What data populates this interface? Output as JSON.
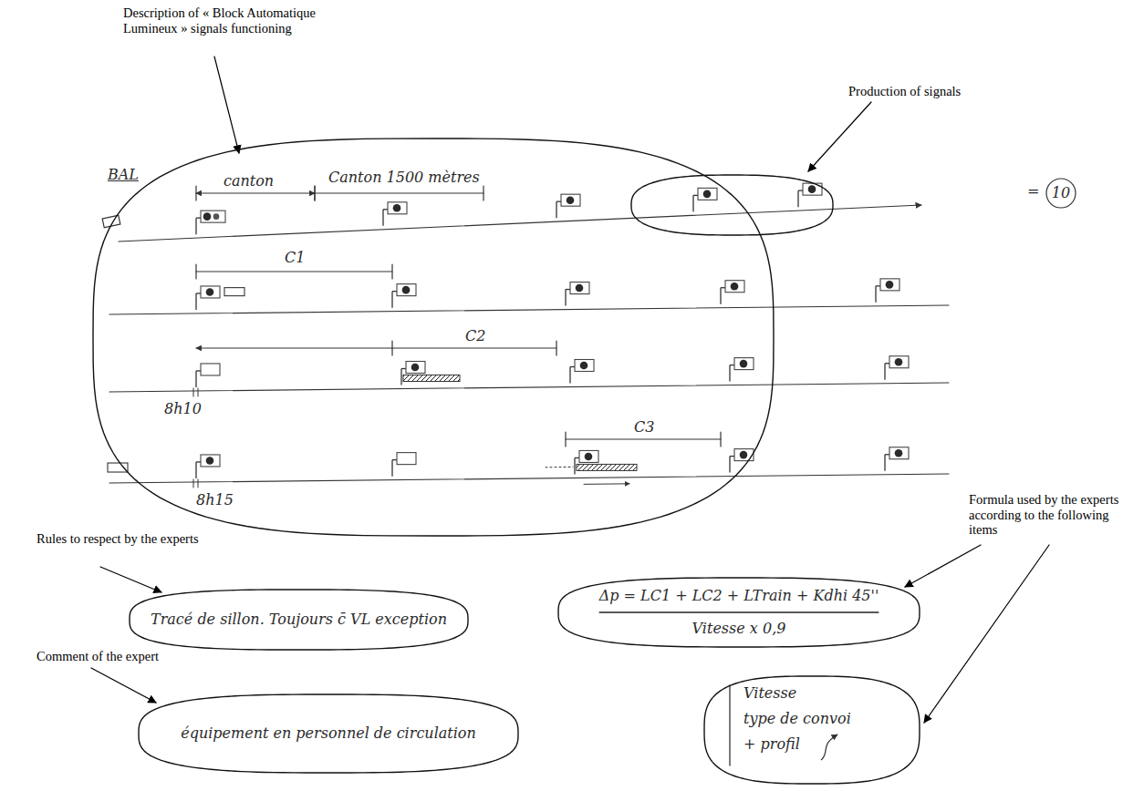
{
  "diagram": {
    "nodes": [
      {
        "text": [
          "canton",
          "Canton 1500 mètres",
          "C1",
          "C2",
          "C3",
          "8h10",
          "8h15"
        ]
      },
      {
        "text": [
          "Tracé de sillon. Toujours c̄ VL exception"
        ]
      },
      {
        "text": [
          "Δp = LC1 + LC2 + LTrain + Kdhi 45''",
          "Vitesse x 0,9"
        ]
      },
      {
        "text": [
          "équipement en personnel de circulation"
        ]
      },
      {
        "text": [
          "Vitesse",
          "type de convoi",
          "+ profil"
        ]
      }
    ],
    "labels": [
      "Description of « Block Automatique Lumineux » signals functioning",
      "Production of signals",
      "BAL",
      "=",
      "10",
      "Formula used by the experts according to the following items",
      "Rules to respect by the experts",
      "Comment of the expert"
    ]
  }
}
